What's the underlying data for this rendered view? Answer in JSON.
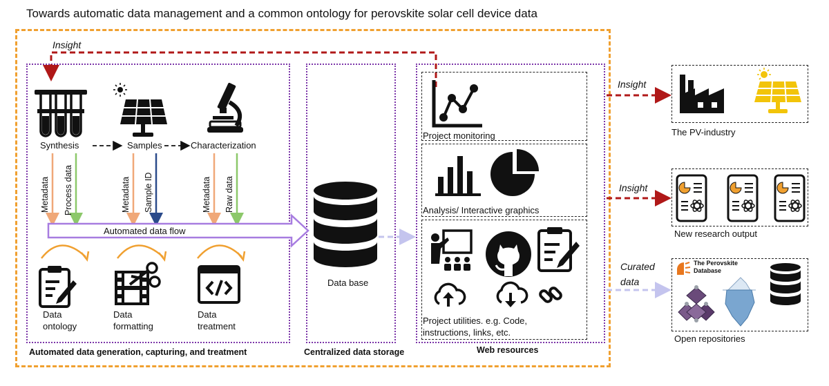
{
  "title": "Towards automatic data management and a common ontology for perovskite solar cell device data",
  "sections": {
    "generation": "Automated data generation, capturing, and treatment",
    "storage": "Centralized data storage",
    "web": "Web resources"
  },
  "pipeline": {
    "synthesis": "Synthesis",
    "samples": "Samples",
    "characterization": "Characterization",
    "flow_label": "Automated data flow"
  },
  "vertical_labels": {
    "metadata_1": "Metadata",
    "process_data": "Process data",
    "metadata_2": "Metadata",
    "sample_id": "Sample ID",
    "metadata_3": "Metadata",
    "raw_data": "Raw data"
  },
  "treatment": {
    "ontology_line1": "Data",
    "ontology_line2": "ontology",
    "formatting_line1": "Data",
    "formatting_line2": "formatting",
    "treatment_line1": "Data",
    "treatment_line2": "treatment"
  },
  "database_label": "Data base",
  "web": {
    "monitoring": "Project monitoring",
    "analysis": "Analysis/ Interactive graphics",
    "utilities_line1": "Project utilities. e.g. Code,",
    "utilities_line2": "instructions, links, etc."
  },
  "outputs": {
    "insight_top": "Insight",
    "insight_1": "Insight",
    "insight_2": "Insight",
    "curated_line1": "Curated",
    "curated_line2": "data",
    "pv_industry": "The PV-industry",
    "research_output": "New research output",
    "open_repositories": "Open repositories",
    "perovskite_db_line1": "The Perovskite",
    "perovskite_db_line2": "Database"
  },
  "colors": {
    "orange_frame": "#f0a030",
    "purple_dotted": "#7b34a8",
    "insight_arrow": "#b01818",
    "metadata_arrow": "#f0a878",
    "process_arrow": "#8cc86a",
    "sample_id_arrow": "#2a4a8a",
    "flow_arrow": "#a77ce0",
    "curated_arrow": "#c4c4ee",
    "sun_yellow": "#f2c40a"
  }
}
